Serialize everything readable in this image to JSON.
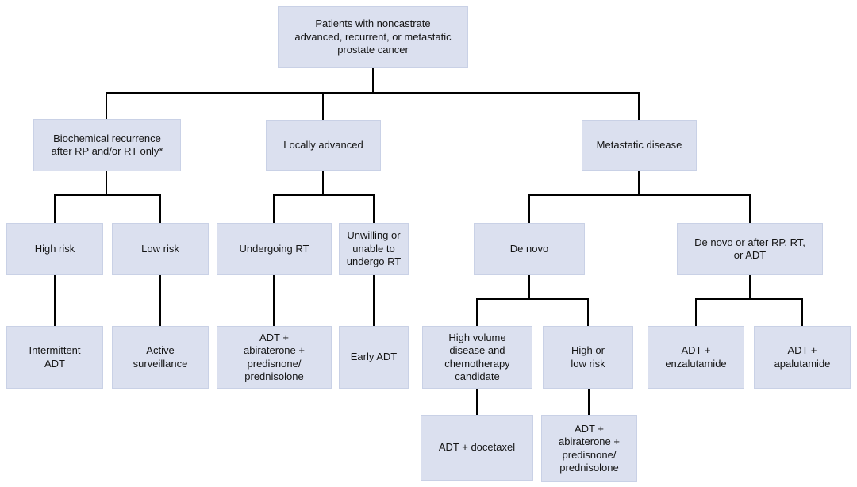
{
  "figure": {
    "type": "flowchart",
    "background": "#ffffff",
    "node_fill": "#dbe0ef",
    "node_border": "#c9d1e6",
    "line_color": "#000000",
    "text_color": "#141414"
  },
  "nodes": {
    "root": {
      "label": "Patients with noncastrate\nadvanced, recurrent, or metastatic\nprostate cancer"
    },
    "biochemical_recurrence": {
      "label": "Biochemical recurrence\nafter RP and/or RT only*"
    },
    "locally_advanced": {
      "label": "Locally advanced"
    },
    "metastatic_disease": {
      "label": "Metastatic disease"
    },
    "high_risk": {
      "label": "High risk"
    },
    "low_risk": {
      "label": "Low risk"
    },
    "undergoing_rt": {
      "label": "Undergoing RT"
    },
    "unwilling_rt": {
      "label": "Unwilling or\nunable to\nundergo RT"
    },
    "de_novo": {
      "label": "De novo"
    },
    "de_novo_or_after": {
      "label": "De novo or after RP, RT,\nor ADT"
    },
    "intermittent_adt": {
      "label": "Intermittent\nADT"
    },
    "active_surveillance": {
      "label": "Active\nsurveillance"
    },
    "adt_abiraterone_rt": {
      "label": "ADT +\nabiraterone +\npredisnone/\nprednisolone"
    },
    "early_adt": {
      "label": "Early ADT"
    },
    "high_volume": {
      "label": "High volume\ndisease and\nchemotherapy\ncandidate"
    },
    "high_or_low_risk": {
      "label": "High or\nlow risk"
    },
    "adt_enzalutamide": {
      "label": "ADT +\nenzalutamide"
    },
    "adt_apalutamide": {
      "label": "ADT +\napalutamide"
    },
    "adt_docetaxel": {
      "label": "ADT + docetaxel"
    },
    "adt_abiraterone_metastatic": {
      "label": "ADT +\nabiraterone +\npredisnone/\nprednisolone"
    }
  }
}
